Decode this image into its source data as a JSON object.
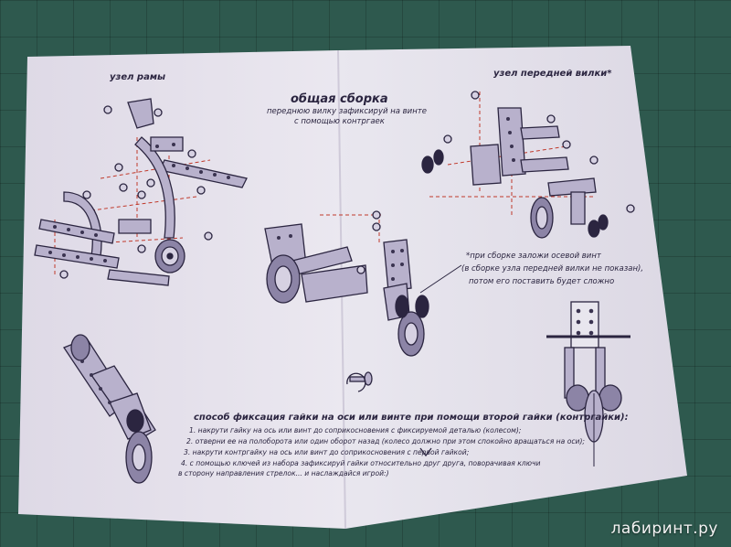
{
  "photo": {
    "heading_frame": "узел рамы",
    "heading_front_fork": "узел передней вилки*",
    "title": "общая сборка",
    "subtitle_line1": "переднюю вилку зафиксируй на винте",
    "subtitle_line2": "с помощью контргаек",
    "note_line1": "*при сборке заложи осевой винт",
    "note_line2": "(в сборке узла передней вилки не показан),",
    "note_line3": "потом его поставить будет сложно",
    "method_title": "способ фиксация гайки на оси или винте при помощи второй гайки (контргайки):",
    "steps": [
      "1. накрути гайку на ось или винт до соприкосновения с фиксируемой деталью (колесом);",
      "2. отверни ее на полоборота или один оборот назад (колесо должно при этом спокойно вращаться на оси);",
      "3. накрути контргайку на ось или винт до соприкосновения с первой гайкой;",
      "4. с помощью ключей из набора зафиксируй гайки относительно друг друга, поворачивая ключи",
      "    в сторону направления стрелок... и наслаждайся игрой:)"
    ],
    "watermark": "лабиринт.ру",
    "colors": {
      "mat": "#2e594e",
      "paper": "#e6e4ec",
      "ink": "#2b2540",
      "part_fill": "#b8b1cc",
      "dashed_red": "#c0392b"
    }
  }
}
